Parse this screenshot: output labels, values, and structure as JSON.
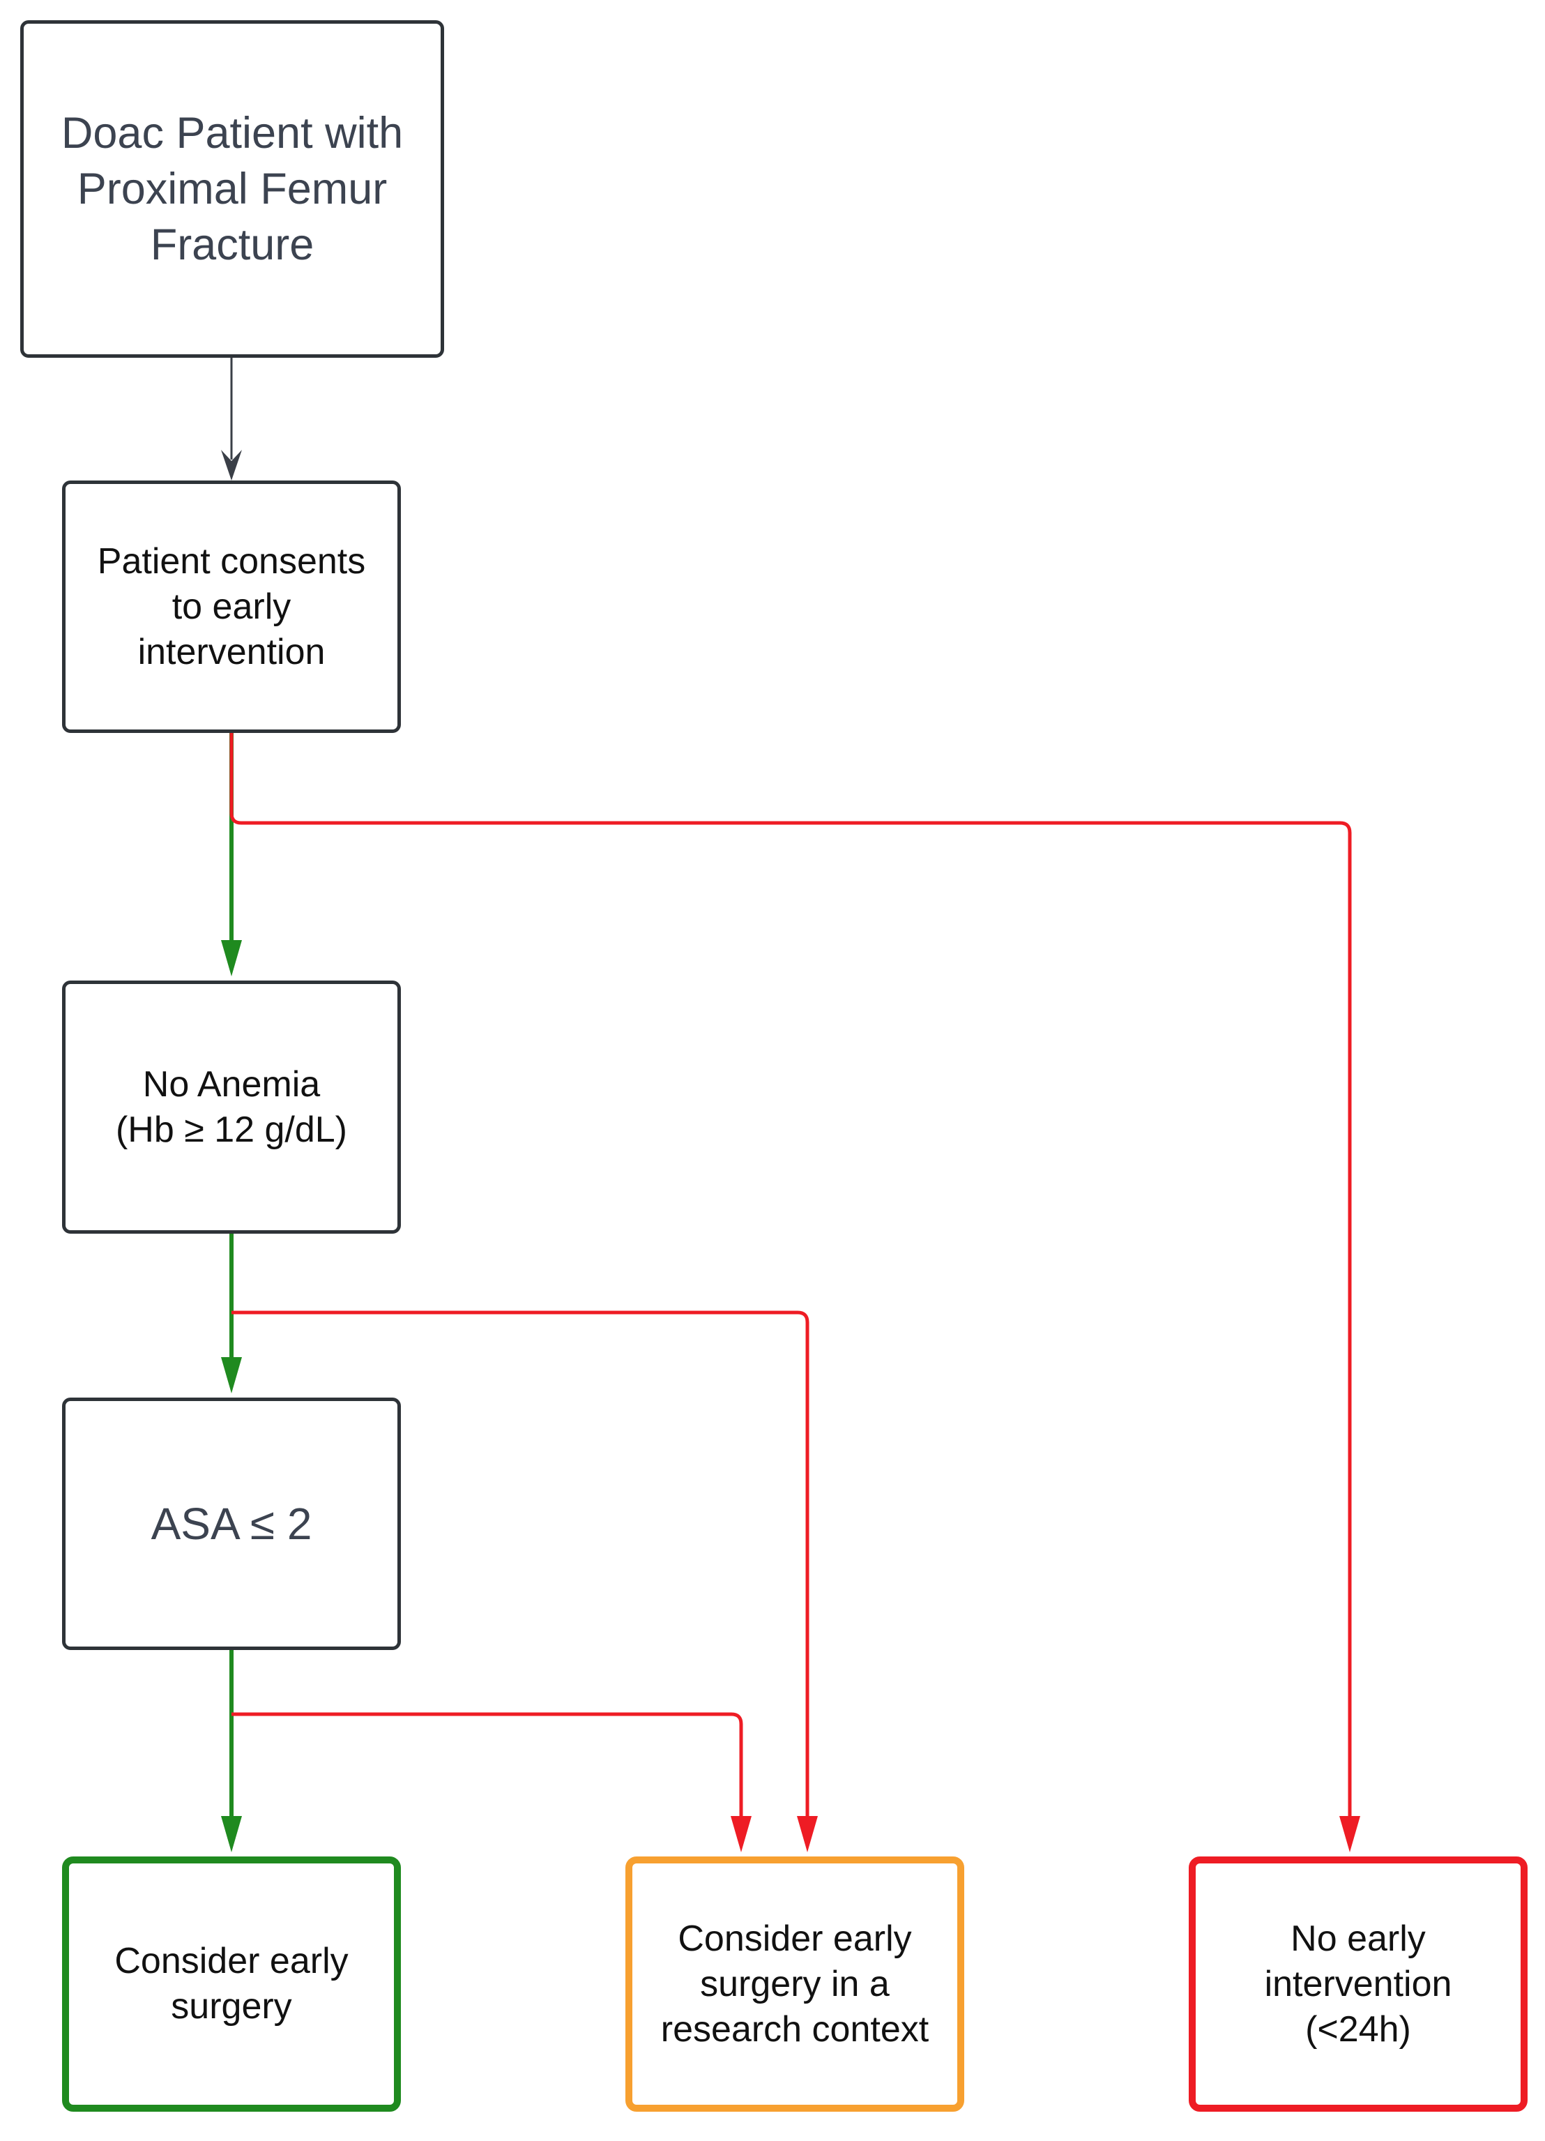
{
  "diagram": {
    "nodes": [
      {
        "id": "start",
        "label": "Doac Patient with\nProximal Femur\nFracture"
      },
      {
        "id": "consent",
        "label": "Patient consents\nto early\nintervention"
      },
      {
        "id": "anemia",
        "label": "No Anemia\n(Hb  ≥ 12 g/dL)"
      },
      {
        "id": "asa",
        "label": "ASA ≤ 2"
      },
      {
        "id": "early",
        "label": "Consider early\nsurgery"
      },
      {
        "id": "research",
        "label": "Consider early\nsurgery in a\nresearch context"
      },
      {
        "id": "none",
        "label": "No early\nintervention\n(<24h)"
      }
    ],
    "edges": [
      {
        "from": "start",
        "to": "consent",
        "kind": "flow"
      },
      {
        "from": "consent",
        "to": "anemia",
        "kind": "yes"
      },
      {
        "from": "consent",
        "to": "none",
        "kind": "no"
      },
      {
        "from": "anemia",
        "to": "asa",
        "kind": "yes"
      },
      {
        "from": "anemia",
        "to": "research",
        "kind": "no"
      },
      {
        "from": "asa",
        "to": "early",
        "kind": "yes"
      },
      {
        "from": "asa",
        "to": "research",
        "kind": "no"
      }
    ],
    "colors": {
      "flow": "#3a3f47",
      "yes": "#1f8a1f",
      "no": "#ee1c24",
      "outcome_early": "#1f8a1f",
      "outcome_research": "#f7a030",
      "outcome_none": "#ee1c24",
      "box_border": "#2e3338"
    }
  }
}
